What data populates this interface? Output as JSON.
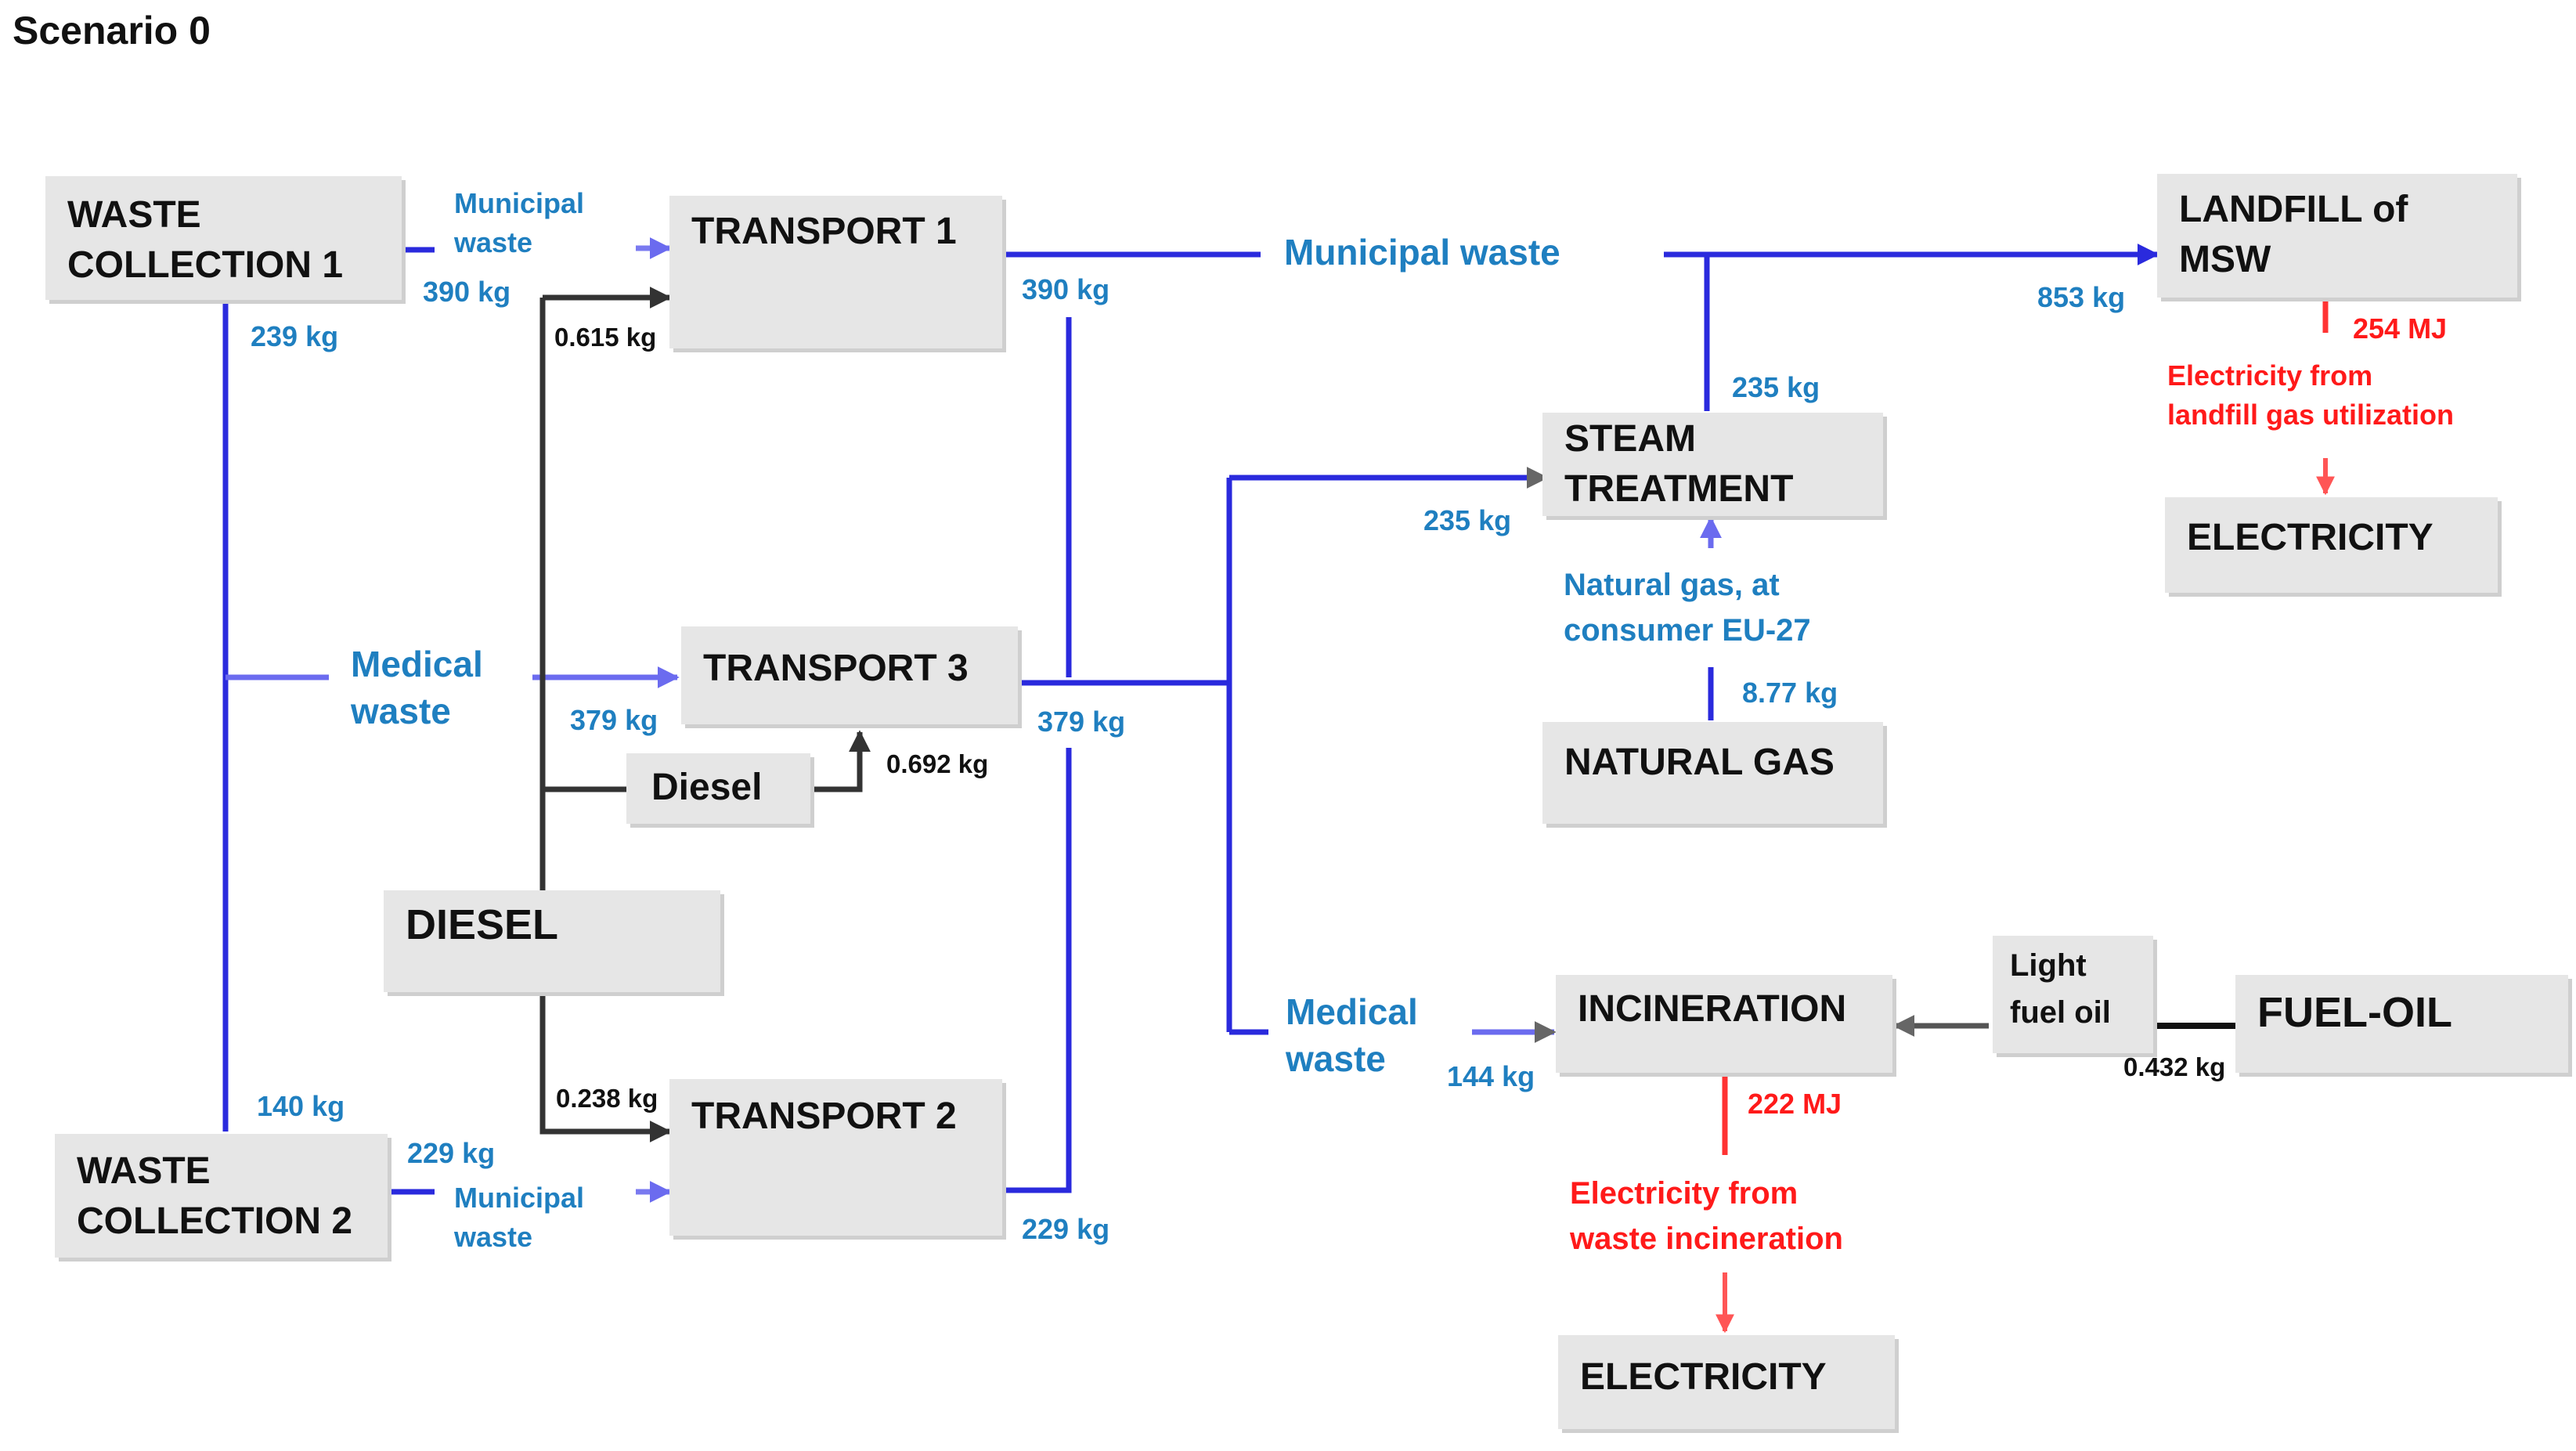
{
  "title": "Scenario 0",
  "colors": {
    "blue_flow": "#2222dd",
    "medical_flow": "#6666ee",
    "diesel_flow": "#333333",
    "energy_flow": "#ff4444",
    "label_blue": "#1f7fc0",
    "label_red": "#ff1a1a"
  },
  "boxes": {
    "waste_collection_1": "WASTE\nCOLLECTION 1",
    "waste_collection_2": "WASTE\nCOLLECTION 2",
    "transport_1": "TRANSPORT 1",
    "transport_2": "TRANSPORT 2",
    "transport_3": "TRANSPORT 3",
    "diesel_small": "Diesel",
    "diesel": "DIESEL",
    "landfill": "LANDFILL of\nMSW",
    "steam_treatment": "STEAM\nTREATMENT",
    "natural_gas": "NATURAL GAS",
    "incineration": "INCINERATION",
    "light_fuel_oil": "Light\nfuel oil",
    "fuel_oil": "FUEL-OIL",
    "electricity_landfill": "ELECTRICITY",
    "electricity_incineration": "ELECTRICITY"
  },
  "labels": {
    "municipal_waste_wc1": "Municipal\nwaste",
    "wc1_to_t1_kg": "390 kg",
    "diesel_t1_kg": "0.615 kg",
    "wc1_down_kg": "239 kg",
    "t1_out_kg": "390 kg",
    "municipal_waste_main": "Municipal waste",
    "landfill_in_kg": "853 kg",
    "steam_out_kg": "235 kg",
    "steam_in_kg": "235 kg",
    "natural_gas_label": "Natural gas, at\nconsumer EU-27",
    "natural_gas_kg": "8.77 kg",
    "medical_waste_wc": "Medical\nwaste",
    "t3_in_kg": "379 kg",
    "t3_out_kg": "379 kg",
    "diesel_t3_kg": "0.692 kg",
    "wc2_up_kg": "140 kg",
    "diesel_t2_kg": "0.238 kg",
    "wc2_to_t2_kg": "229 kg",
    "municipal_waste_wc2": "Municipal\nwaste",
    "t2_out_kg": "229 kg",
    "medical_waste_incin": "Medical\nwaste",
    "incin_in_kg": "144 kg",
    "fuel_oil_kg": "0.432 kg",
    "landfill_mj": "254 MJ",
    "landfill_elec_label": "Electricity from\nlandfill gas utilization",
    "incin_mj": "222 MJ",
    "incin_elec_label": "Electricity from\nwaste incineration"
  }
}
